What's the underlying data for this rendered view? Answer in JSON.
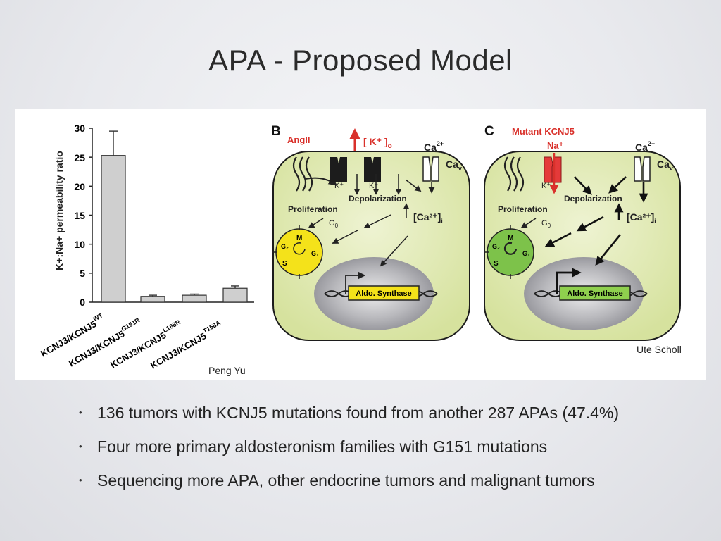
{
  "slide": {
    "title": "APA - Proposed Model"
  },
  "figure": {
    "panel_a": {
      "ylabel": "K+:Na+ permeability ratio",
      "yticks": [
        "30",
        "25",
        "20",
        "15",
        "10",
        "5",
        "0"
      ],
      "bar_labels": [
        {
          "base": "KCNJ3/KCNJ5",
          "sup": "WT"
        },
        {
          "base": "KCNJ3/KCNJ5",
          "sup": "G151R"
        },
        {
          "base": "KCNJ3/KCNJ5",
          "sup": "L168R"
        },
        {
          "base": "KCNJ3/KCNJ5",
          "sup": "T158A"
        }
      ],
      "credit": "Peng Yu"
    },
    "panel_b": {
      "letter": "B",
      "stimulus": "AngII",
      "k_label": "[ K⁺ ]",
      "k_sub": "o",
      "ca": "Ca",
      "ca_sup": "2+",
      "cav": "Ca",
      "cav_sub": "v",
      "k_ion": "K⁺",
      "depolarization": "Depolarization",
      "proliferation": "Proliferation",
      "g0": "G",
      "g0_sub": "0",
      "ca_in": "[Ca²⁺]",
      "ca_in_sub": "i",
      "cycle": [
        "M",
        "G₂",
        "G₁",
        "S"
      ],
      "gene": "Aldo. Synthase"
    },
    "panel_c": {
      "letter": "C",
      "stimulus": "Mutant KCNJ5",
      "na": "Na⁺",
      "ca": "Ca",
      "ca_sup": "2+",
      "cav": "Ca",
      "cav_sub": "v",
      "k_ion": "K⁺",
      "depolarization": "Depolarization",
      "proliferation": "Proliferation",
      "g0": "G",
      "g0_sub": "0",
      "ca_in": "[Ca²⁺]",
      "ca_in_sub": "i",
      "cycle": [
        "M",
        "G₂",
        "G₁",
        "S"
      ],
      "gene": "Aldo. Synthase",
      "credit": "Ute Scholl"
    }
  },
  "chart_data": {
    "type": "bar",
    "categories": [
      "KCNJ3/KCNJ5 WT",
      "KCNJ3/KCNJ5 G151R",
      "KCNJ3/KCNJ5 L168R",
      "KCNJ3/KCNJ5 T158A"
    ],
    "values": [
      25.3,
      1.0,
      1.2,
      2.4
    ],
    "errors": [
      4.2,
      0.2,
      0.2,
      0.4
    ],
    "ylabel": "K+:Na+ permeability ratio",
    "ylim": [
      0,
      30
    ],
    "yticks": [
      0,
      5,
      10,
      15,
      20,
      25,
      30
    ],
    "bar_color": "#cfcfcf"
  },
  "bullets": [
    "136 tumors with KCNJ5 mutations found from another 287 APAs (47.4%)",
    "Four more primary aldosteronism families with G151 mutations",
    "Sequencing more APA, other endocrine tumors and malignant tumors"
  ],
  "colors": {
    "cell_fill": "#dfe8b4",
    "nucleus": "#b5b5b9",
    "proliferating_cycle": "#f4e21a",
    "mutant_cycle": "#7dc24a",
    "mutant_channel": "#e53a3a",
    "emphasis_red": "#d9312b",
    "gene_box_b": "#f4e21a",
    "gene_box_c": "#8fd04e"
  }
}
